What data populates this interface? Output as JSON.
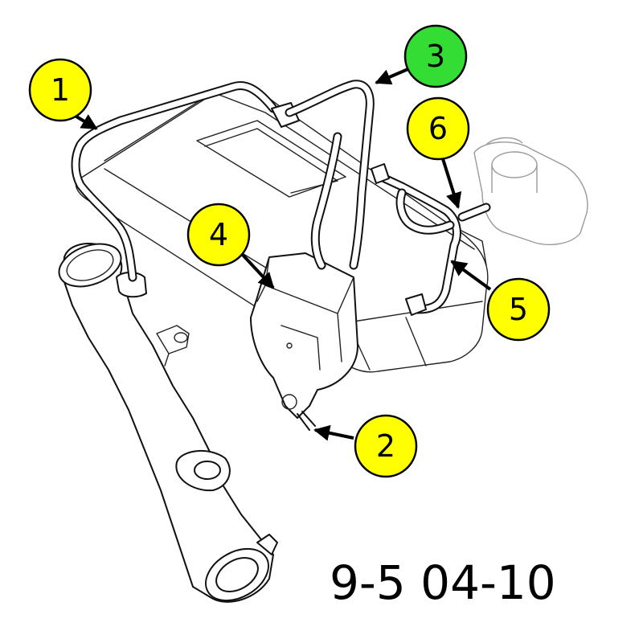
{
  "callouts": [
    {
      "label": "1",
      "color": "#ffff00"
    },
    {
      "label": "2",
      "color": "#ffff00"
    },
    {
      "label": "3",
      "color": "#33dd33"
    },
    {
      "label": "4",
      "color": "#ffff00"
    },
    {
      "label": "5",
      "color": "#ffff00"
    },
    {
      "label": "6",
      "color": "#ffff00"
    }
  ],
  "diagram_id": "9-5 04-10"
}
